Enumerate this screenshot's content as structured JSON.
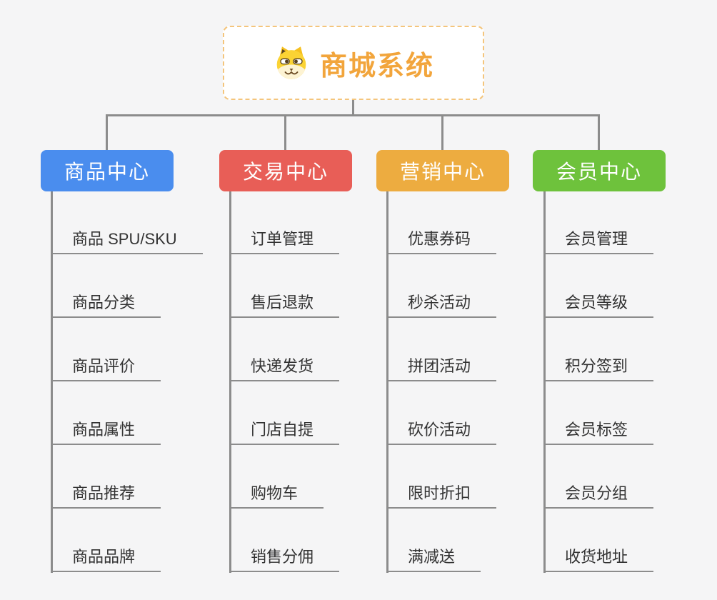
{
  "root": {
    "title": "商城系统",
    "icon": "doge-face-icon"
  },
  "branches": [
    {
      "label": "商品中心",
      "color": "#4a8dee",
      "items": [
        "商品 SPU/SKU",
        "商品分类",
        "商品评价",
        "商品属性",
        "商品推荐",
        "商品品牌"
      ]
    },
    {
      "label": "交易中心",
      "color": "#e85e57",
      "items": [
        "订单管理",
        "售后退款",
        "快递发货",
        "门店自提",
        "购物车",
        "销售分佣"
      ]
    },
    {
      "label": "营销中心",
      "color": "#edac40",
      "items": [
        "优惠券码",
        "秒杀活动",
        "拼团活动",
        "砍价活动",
        "限时折扣",
        "满减送"
      ]
    },
    {
      "label": "会员中心",
      "color": "#6ec23c",
      "items": [
        "会员管理",
        "会员等级",
        "积分签到",
        "会员标签",
        "会员分组",
        "收货地址"
      ]
    }
  ],
  "colors": {
    "background": "#f5f5f6",
    "connector_gray": "#8c8c8c",
    "item_text": "#333333",
    "root_text_orange": "#f2a53c",
    "root_border_orange": "#f4c57c"
  }
}
